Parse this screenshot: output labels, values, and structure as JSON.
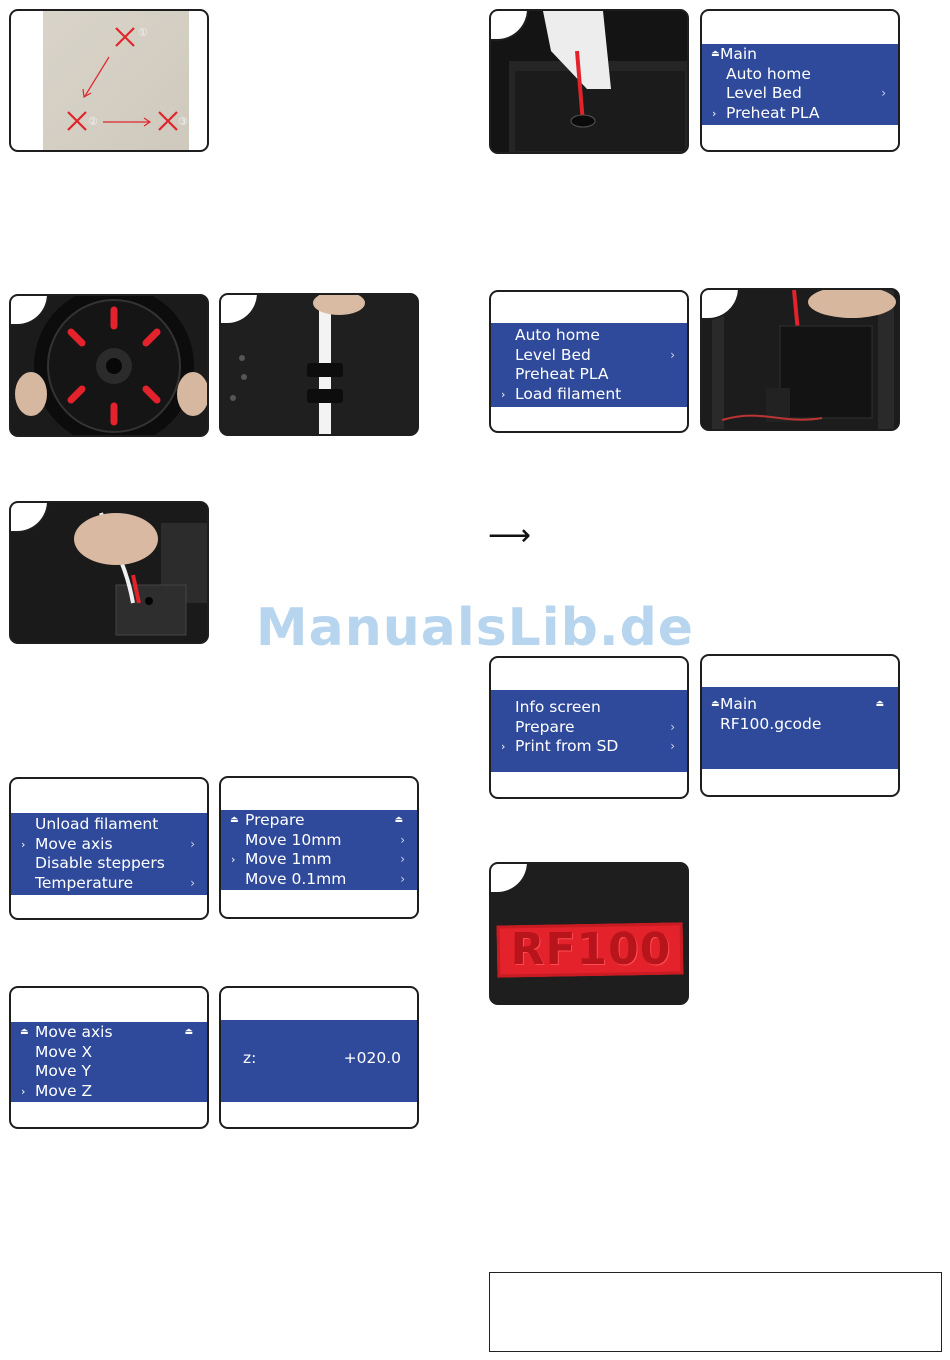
{
  "watermark": "ManualsLib.de",
  "arrow_glyph": "⟶",
  "glyphs": {
    "selector": "›",
    "submenu": "›",
    "back": "⏏"
  },
  "leveling_diagram": {
    "marks": [
      "①",
      "②",
      "③"
    ]
  },
  "screens": {
    "main_menu": {
      "items": [
        "Main",
        "Auto home",
        "Level Bed",
        "Preheat PLA"
      ]
    },
    "prepare_menu": {
      "items": [
        "Auto home",
        "Level Bed",
        "Preheat PLA",
        "Load filament"
      ]
    },
    "prepare_menu_2": {
      "items": [
        "Unload filament",
        "Move axis",
        "Disable steppers",
        "Temperature"
      ]
    },
    "move_axis_step": {
      "items": [
        "Prepare",
        "Move 10mm",
        "Move 1mm",
        "Move 0.1mm"
      ]
    },
    "move_axis_menu": {
      "items": [
        "Move axis",
        "Move X",
        "Move Y",
        "Move Z"
      ]
    },
    "z_value": {
      "label": "z:",
      "value": "+020.0"
    },
    "info_menu": {
      "items": [
        "Info screen",
        "Prepare",
        "Print from SD"
      ]
    },
    "sd_menu": {
      "items": [
        "Main",
        "RF100.gcode"
      ]
    }
  },
  "print_result": {
    "text": "RF100"
  },
  "colors": {
    "lcd_blue": "#2f4a9b",
    "filament_red": "#e3222b",
    "frame": "#1e1e1e"
  }
}
